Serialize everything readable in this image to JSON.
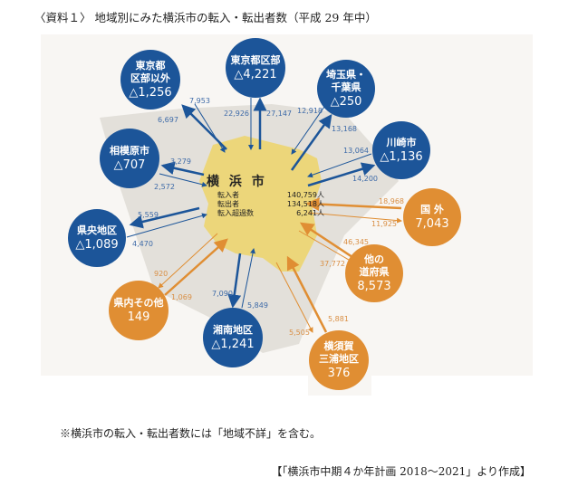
{
  "title": "〈資料１〉 地域別にみた横浜市の転入・転出者数（平成 29 年中）",
  "center": {
    "name": "横 浜 市",
    "rows": [
      {
        "label": "転入者",
        "value": "140,759人"
      },
      {
        "label": "転出者",
        "value": "134,518人"
      },
      {
        "label": "転入超過数",
        "value": "6,241人"
      }
    ]
  },
  "regions": [
    {
      "l1": "東京都",
      "l2": "区部以外",
      "v": "△1,256",
      "in": "6,697",
      "out": "7,953"
    },
    {
      "l1": "東京都区部",
      "l2": "",
      "v": "△4,221",
      "in": "22,926",
      "out": "27,147"
    },
    {
      "l1": "埼玉県・",
      "l2": "千葉県",
      "v": "△250",
      "in": "12,918",
      "out": "13,168"
    },
    {
      "l1": "川崎市",
      "l2": "",
      "v": "△1,136",
      "in": "13,064",
      "out": "14,200"
    },
    {
      "l1": "相模原市",
      "l2": "",
      "v": "△707",
      "in": "2,572",
      "out": "3,279"
    },
    {
      "l1": "県央地区",
      "l2": "",
      "v": "△1,089",
      "in": "4,470",
      "out": "5,559"
    },
    {
      "l1": "国 外",
      "l2": "",
      "v": "7,043",
      "in": "18,968",
      "out": "11,925"
    },
    {
      "l1": "他の",
      "l2": "道府県",
      "v": "8,573",
      "in": "46,345",
      "out": "37,772"
    },
    {
      "l1": "県内その他",
      "l2": "",
      "v": "149",
      "in": "1,069",
      "out": "920"
    },
    {
      "l1": "湘南地区",
      "l2": "",
      "v": "△1,241",
      "in": "5,849",
      "out": "7,090"
    },
    {
      "l1": "横須賀",
      "l2": "三浦地区",
      "v": "376",
      "in": "5,881",
      "out": "5,505"
    }
  ],
  "colors": {
    "outflow": "#1c5599",
    "inflow": "#e08e33",
    "city": "#ecd67a"
  },
  "note": "※横浜市の転入・転出者数には「地域不詳」を含む。",
  "source": "【「横浜市中期４か年計画 2018〜2021」より作成】"
}
